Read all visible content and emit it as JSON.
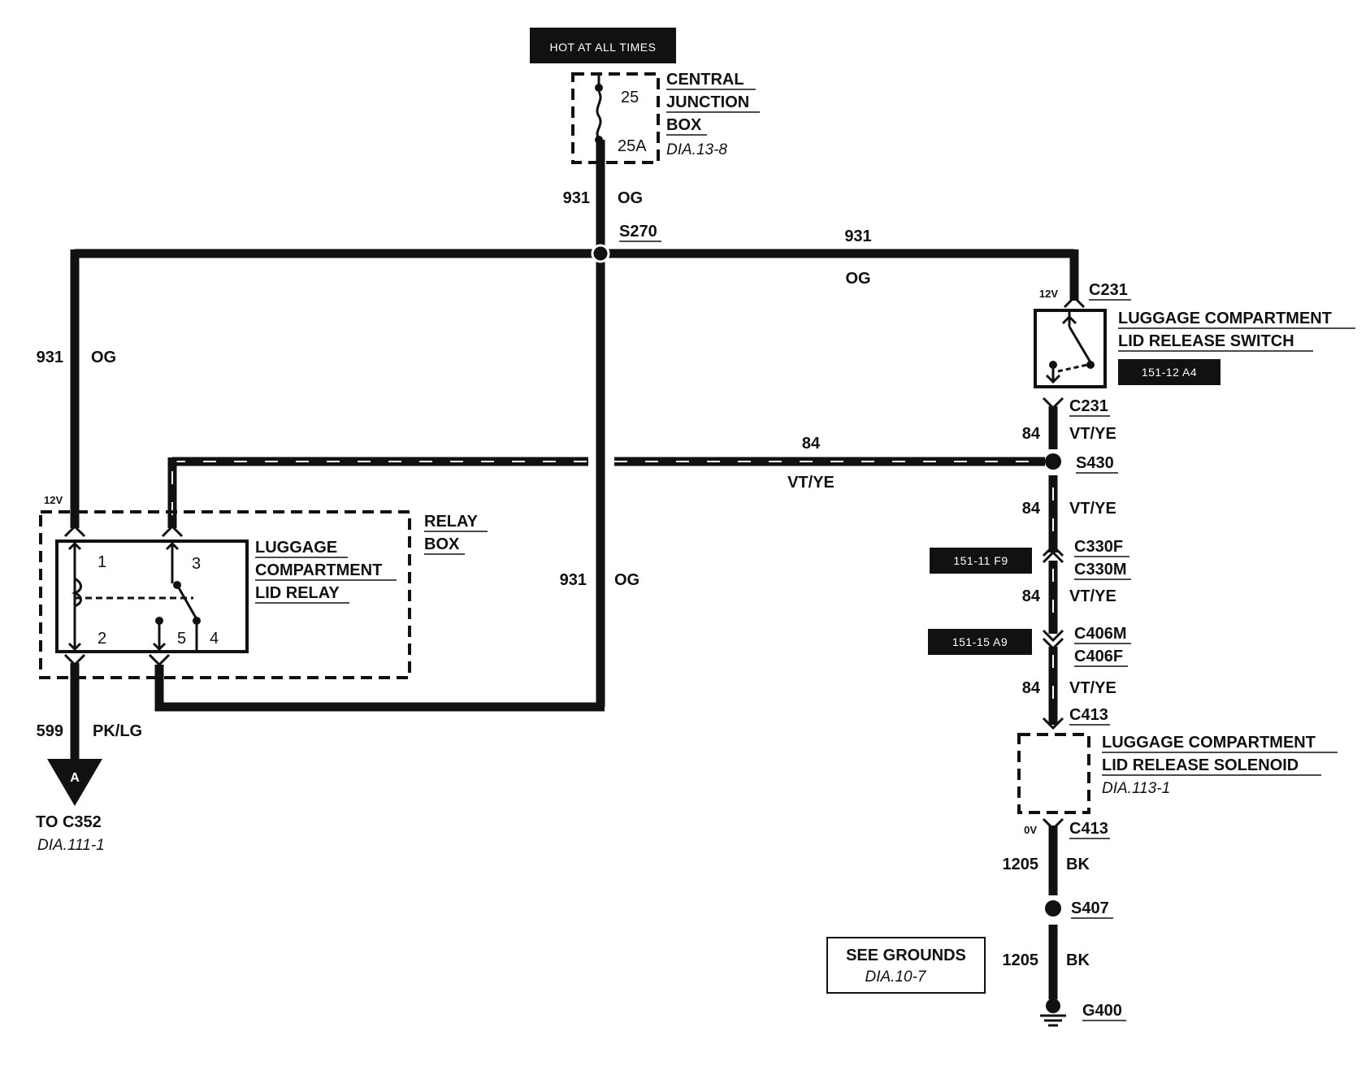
{
  "header": {
    "hot_label": "HOT AT ALL TIMES"
  },
  "junction_box": {
    "title_l1": "CENTRAL",
    "title_l2": "JUNCTION",
    "title_l3": "BOX",
    "ref": "DIA.13-8",
    "fuse_number": "25",
    "fuse_rating": "25A"
  },
  "wires": {
    "feed_circuit": "931",
    "feed_color": "OG",
    "splice_s270": "S270",
    "right_circuit": "931",
    "right_color": "OG",
    "left_circuit": "931",
    "left_color": "OG",
    "mid_circuit": "931",
    "mid_color": "OG",
    "signal_circuit": "84",
    "signal_color": "VT/YE",
    "out_circuit": "599",
    "out_color": "PK/LG",
    "ground_circuit": "1205",
    "ground_color": "BK"
  },
  "relay_box": {
    "title_l1": "RELAY",
    "title_l2": "BOX",
    "relay_l1": "LUGGAGE",
    "relay_l2": "COMPARTMENT",
    "relay_l3": "LID RELAY",
    "voltage": "12V",
    "pin1": "1",
    "pin2": "2",
    "pin3": "3",
    "pin4": "4",
    "pin5": "5"
  },
  "switch": {
    "title_l1": "LUGGAGE COMPARTMENT",
    "title_l2": "LID RELEASE SWITCH",
    "ref_tag": "151-12 A4",
    "voltage": "12V",
    "connector": "C231"
  },
  "right_column": {
    "c231_lower": "C231",
    "s430": "S430",
    "c330f": "C330F",
    "c330m": "C330M",
    "tag_c330": "151-11 F9",
    "c406m": "C406M",
    "c406f": "C406F",
    "tag_c406": "151-15 A9",
    "c413_top": "C413",
    "c413_bottom": "C413",
    "voltage_0v": "0V",
    "s407": "S407",
    "g400": "G400",
    "wire_84_a": "84",
    "wire_84_b": "84",
    "wire_84_c": "84",
    "wire_84_d": "84",
    "vtye_a": "VT/YE",
    "vtye_b": "VT/YE",
    "vtye_c": "VT/YE",
    "vtye_d": "VT/YE",
    "gnd_1205_a": "1205",
    "gnd_1205_b": "1205",
    "bk_a": "BK",
    "bk_b": "BK"
  },
  "solenoid": {
    "title_l1": "LUGGAGE COMPARTMENT",
    "title_l2": "LID RELEASE SOLENOID",
    "ref": "DIA.113-1"
  },
  "grounds_box": {
    "title": "SEE GROUNDS",
    "ref": "DIA.10-7"
  },
  "connector_a": {
    "letter": "A",
    "to": "TO C352",
    "ref": "DIA.111-1"
  }
}
